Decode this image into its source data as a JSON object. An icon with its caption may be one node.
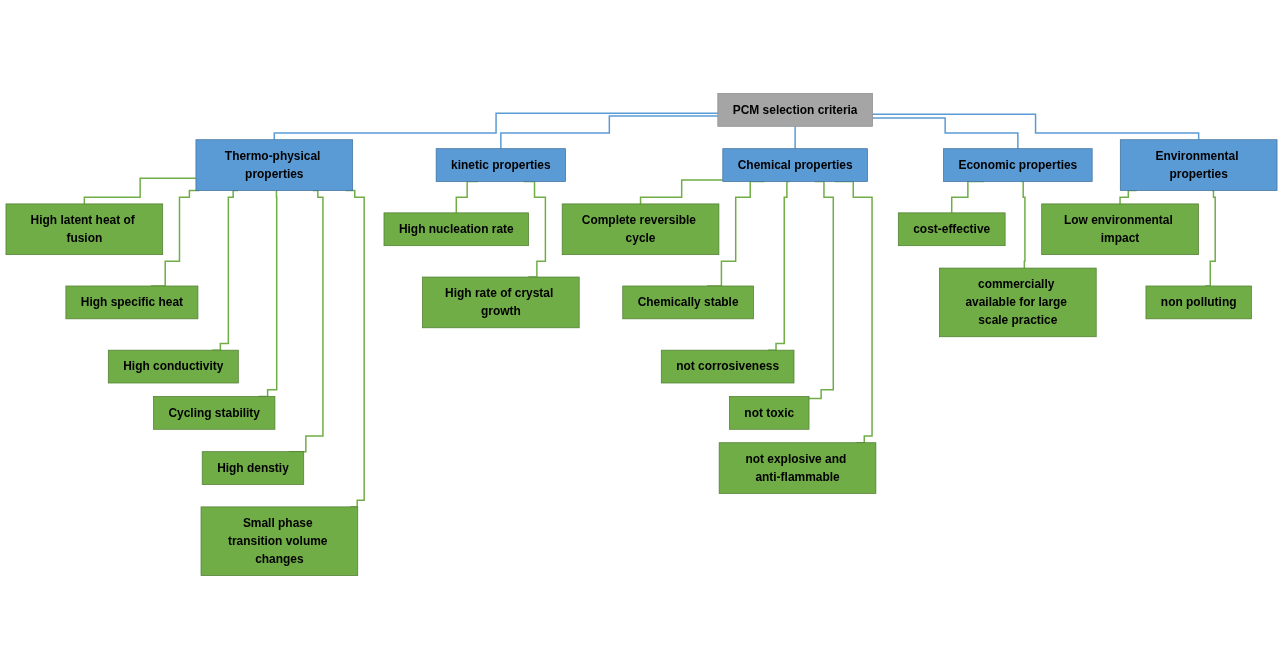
{
  "diagram": {
    "nodes": [
      {
        "text": [
          "PCM selection criteria"
        ]
      },
      {
        "text": [
          "Thermo-physical properties"
        ]
      },
      {
        "text": [
          "kinetic properties"
        ]
      },
      {
        "text": [
          "Chemical properties"
        ]
      },
      {
        "text": [
          "Economic properties"
        ]
      },
      {
        "text": [
          "Environmental properties"
        ]
      },
      {
        "text": [
          "High latent heat of fusion"
        ]
      },
      {
        "text": [
          "High specific heat"
        ]
      },
      {
        "text": [
          "High conductivity"
        ]
      },
      {
        "text": [
          "Cycling stability"
        ]
      },
      {
        "text": [
          "High denstiy"
        ]
      },
      {
        "text": [
          "Small phase transition volume changes"
        ]
      },
      {
        "text": [
          "High nucleation rate"
        ]
      },
      {
        "text": [
          "High rate of crystal growth"
        ]
      },
      {
        "text": [
          "Complete reversible cycle"
        ]
      },
      {
        "text": [
          "Chemically stable"
        ]
      },
      {
        "text": [
          "not corrosiveness"
        ]
      },
      {
        "text": [
          "not toxic"
        ]
      },
      {
        "text": [
          "not explosive and anti-flammable"
        ]
      },
      {
        "text": [
          "cost-effective"
        ]
      },
      {
        "text": [
          "commercially available for large scale practice"
        ]
      },
      {
        "text": [
          "Low environmental impact"
        ]
      },
      {
        "text": [
          "non polluting"
        ]
      }
    ],
    "edges": [
      {
        "from": 0,
        "to": 1,
        "arrow": "none",
        "color": "#5b9bd5"
      },
      {
        "from": 0,
        "to": 2,
        "arrow": "none",
        "color": "#5b9bd5"
      },
      {
        "from": 0,
        "to": 3,
        "arrow": "none",
        "color": "#5b9bd5"
      },
      {
        "from": 0,
        "to": 4,
        "arrow": "none",
        "color": "#5b9bd5"
      },
      {
        "from": 0,
        "to": 5,
        "arrow": "none",
        "color": "#5b9bd5"
      },
      {
        "from": 1,
        "to": 6,
        "arrow": "none"
      },
      {
        "from": 1,
        "to": 7,
        "arrow": "none"
      },
      {
        "from": 1,
        "to": 8,
        "arrow": "none"
      },
      {
        "from": 1,
        "to": 9,
        "arrow": "none"
      },
      {
        "from": 1,
        "to": 10,
        "arrow": "none"
      },
      {
        "from": 1,
        "to": 11,
        "arrow": "none"
      },
      {
        "from": 2,
        "to": 12,
        "arrow": "none"
      },
      {
        "from": 2,
        "to": 13,
        "arrow": "none"
      },
      {
        "from": 3,
        "to": 14,
        "arrow": "none"
      },
      {
        "from": 3,
        "to": 15,
        "arrow": "none"
      },
      {
        "from": 3,
        "to": 16,
        "arrow": "none"
      },
      {
        "from": 3,
        "to": 17,
        "arrow": "none"
      },
      {
        "from": 3,
        "to": 18,
        "arrow": "none"
      },
      {
        "from": 4,
        "to": 19,
        "arrow": "none"
      },
      {
        "from": 4,
        "to": 20,
        "arrow": "none"
      },
      {
        "from": 5,
        "to": 21,
        "arrow": "none"
      },
      {
        "from": 5,
        "to": 22,
        "arrow": "none"
      }
    ]
  }
}
